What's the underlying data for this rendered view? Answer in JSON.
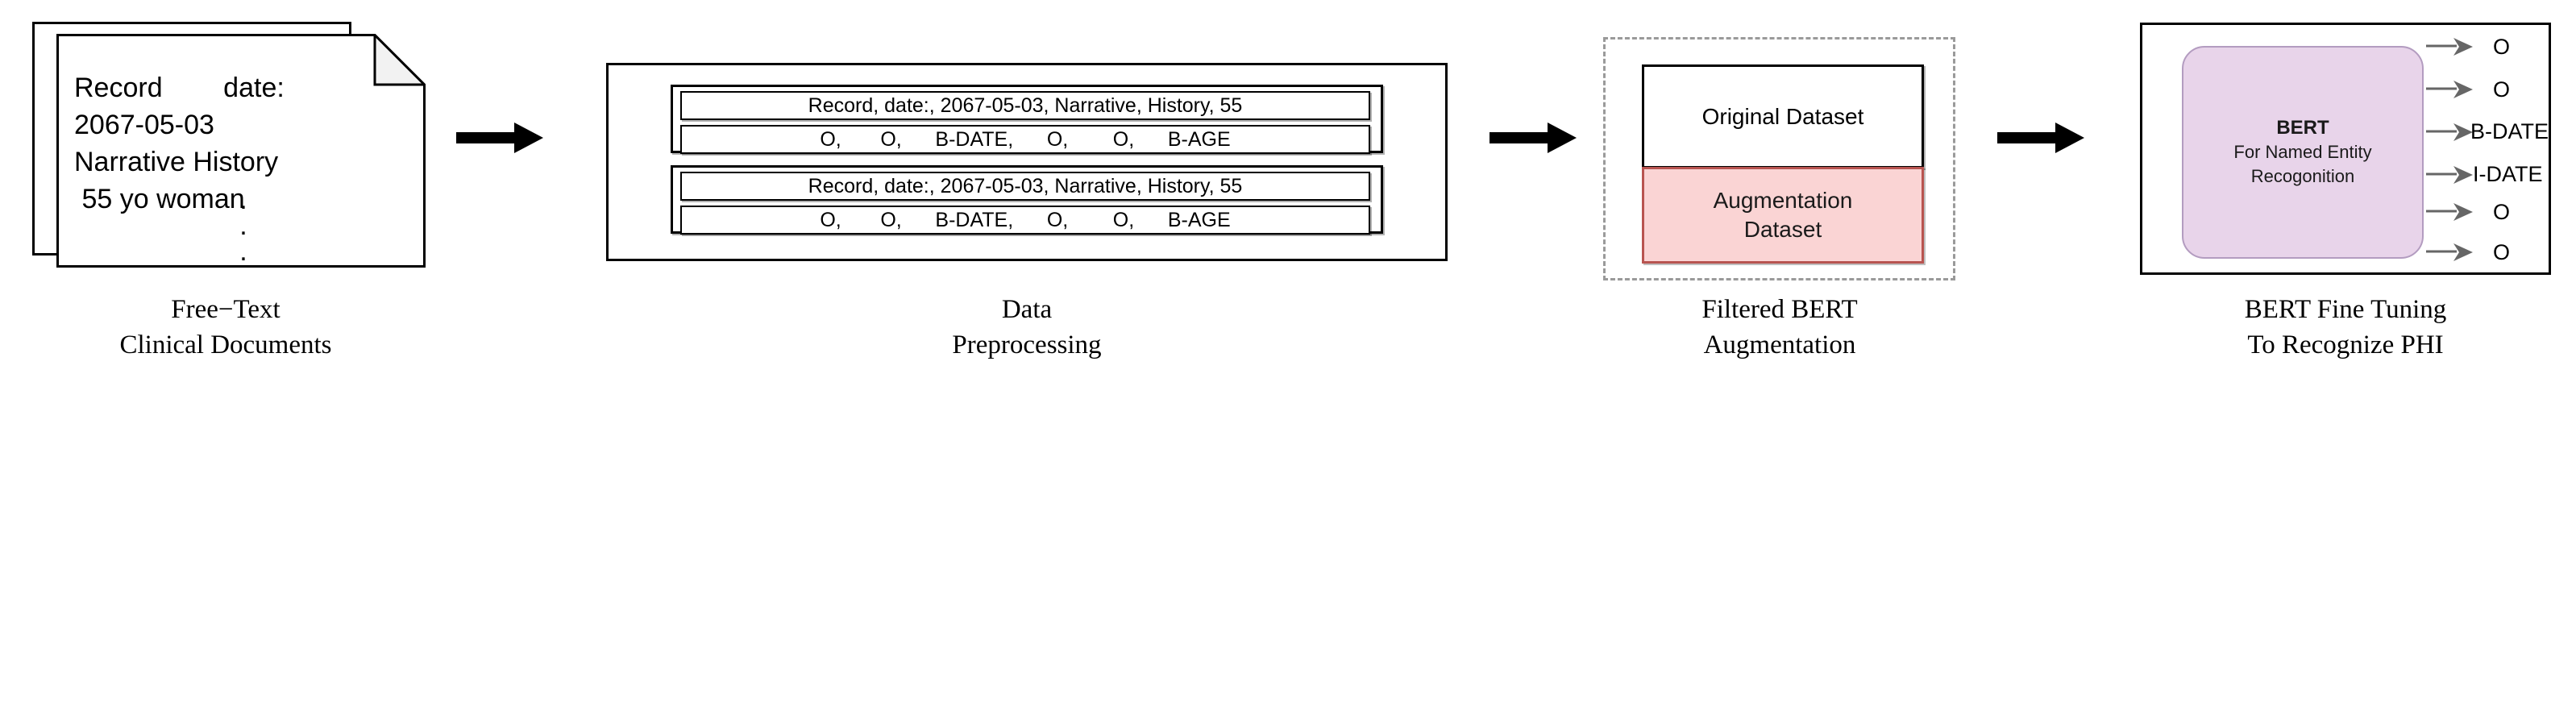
{
  "diagram": {
    "title": "PHI de-identification pipeline",
    "colors": {
      "ink": "#000000",
      "augmentation_fill": "#fad4d4",
      "augmentation_border": "#b85450",
      "bert_fill": "#e8d4ea",
      "bert_border": "#b39cc0",
      "dashed_border": "#9a9a9a",
      "arrow_gray": "#666666"
    }
  },
  "stages": [
    {
      "id": "free-text-clinical-documents",
      "caption": "Free−Text\nClinical Documents",
      "document": {
        "lines": [
          "Record        date:",
          "2067-05-03",
          "Narrative History",
          " 55 yo woman"
        ],
        "ellipsis": [
          ".",
          ".",
          "."
        ]
      }
    },
    {
      "id": "data-preprocessing",
      "caption": "Data\nPreprocessing",
      "groups": [
        {
          "tokens_row": "Record, date:, 2067-05-03, Narrative, History, 55",
          "labels_row": "O,       O,      B-DATE,      O,        O,      B-AGE"
        },
        {
          "tokens_row": "Record, date:, 2067-05-03, Narrative, History, 55",
          "labels_row": "O,       O,      B-DATE,      O,        O,      B-AGE"
        }
      ]
    },
    {
      "id": "filtered-bert-augmentation",
      "caption": "Filtered BERT\nAugmentation",
      "boxes": [
        {
          "label": "Original Dataset",
          "kind": "original"
        },
        {
          "label": "Augmentation\nDataset",
          "kind": "augmentation"
        }
      ]
    },
    {
      "id": "bert-fine-tuning",
      "caption": "BERT Fine Tuning\nTo Recognize PHI",
      "model": {
        "title": "BERT",
        "subtitle_line1": "For Named Entity",
        "subtitle_line2": "Recogonition"
      },
      "outputs": [
        "O",
        "O",
        "B-DATE",
        "I-DATE",
        "O",
        "O"
      ]
    }
  ],
  "connectors": [
    {
      "id": "arrow-1",
      "from": "free-text-clinical-documents",
      "to": "data-preprocessing"
    },
    {
      "id": "arrow-2",
      "from": "data-preprocessing",
      "to": "filtered-bert-augmentation"
    },
    {
      "id": "arrow-3",
      "from": "filtered-bert-augmentation",
      "to": "bert-fine-tuning"
    }
  ]
}
